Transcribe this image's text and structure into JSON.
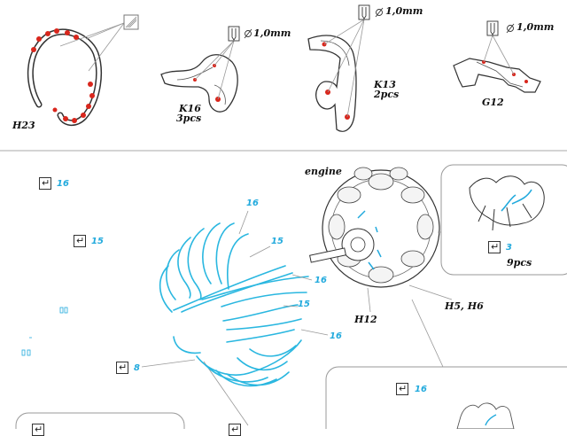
{
  "colors": {
    "wire": "#2ab7e0",
    "accent": "#d9261c",
    "ink": "#222222",
    "callout": "#22aadd"
  },
  "parts_top": [
    {
      "id": "h23",
      "label": "H23"
    },
    {
      "id": "k16",
      "label": "K16",
      "qty": "3pcs",
      "dia": "1,0mm"
    },
    {
      "id": "k13",
      "label": "K13",
      "qty": "2pcs",
      "dia": "1,0mm"
    },
    {
      "id": "g12",
      "label": "G12",
      "dia": "1,0mm"
    }
  ],
  "engine": {
    "label": "engine",
    "h12": "H12",
    "h5h6": "H5, H6"
  },
  "inset": {
    "callout": "3",
    "qty": "9pcs"
  },
  "callouts": {
    "c16a": "16",
    "c15a": "15",
    "c8": "8",
    "c16b": "16",
    "w16a": "16",
    "w15a": "15",
    "w16b": "16",
    "w15b": "15",
    "w16c": "16"
  },
  "icons": {
    "bend": "bend-arrow-icon",
    "drill": "drill-bit-icon",
    "diameter": "diameter-symbol-icon"
  }
}
